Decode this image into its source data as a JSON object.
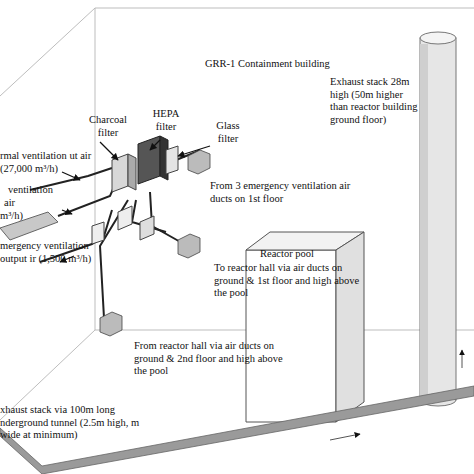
{
  "diagram": {
    "nodes": [
      {
        "text": [
          "GRR-1 Containment building"
        ]
      },
      {
        "text": [
          "Reactor pool"
        ],
        "in": 0
      }
    ],
    "labels": [
      "Charcoal filter",
      "HEPA filter",
      "Glass filter",
      "From 3 emergency ventilation air ducts on 1st floor",
      "Exhaust stack 28m high (50m higher than reactor building ground floor)",
      "rmal ventilation ut air (27,000 m³/h)",
      "ventilation",
      "air",
      "m³/h)",
      "mergency ventilation output ir (1,500 m³/h)",
      "To reactor hall via air ducts on ground & 1st floor and high above the pool",
      "From reactor hall via air ducts on ground & 2nd floor and high above the pool",
      "xhaust stack via 100m long nderground tunnel (2.5m high, m wide at minimum)"
    ]
  }
}
